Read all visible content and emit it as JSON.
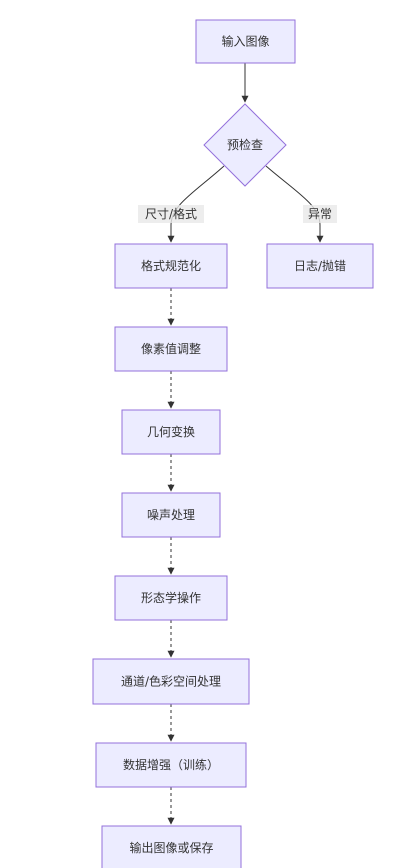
{
  "nodes": {
    "input_image": "输入图像",
    "precheck": "预检查",
    "format_normalize": "格式规范化",
    "log_throw": "日志/抛错",
    "pixel_adjust": "像素值调整",
    "geometric_transform": "几何变换",
    "noise_processing": "噪声处理",
    "morphology": "形态学操作",
    "channel_color_space": "通道/色彩空间处理",
    "data_augmentation": "数据增强（训练）",
    "output_save": "输出图像或保存"
  },
  "edges": {
    "size_format_label": "尺寸/格式",
    "exception_label": "异常"
  },
  "colors": {
    "node_fill": "#ECECFF",
    "node_stroke": "#9370DB",
    "edge": "#333333",
    "text": "#333333"
  }
}
